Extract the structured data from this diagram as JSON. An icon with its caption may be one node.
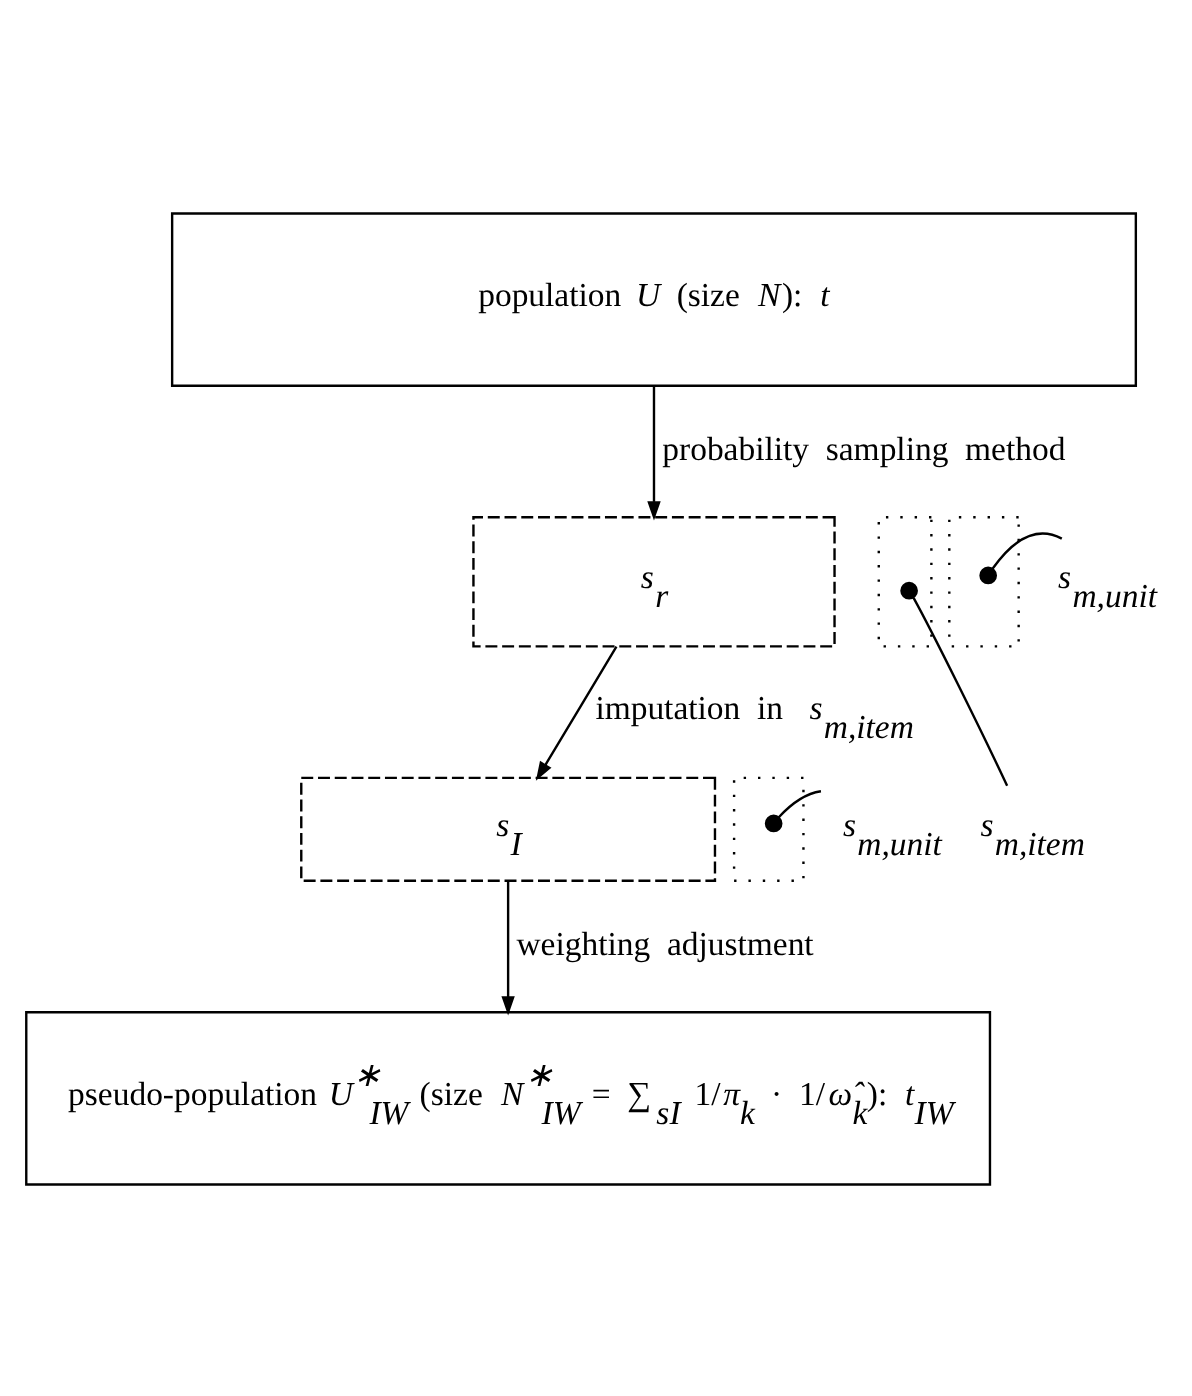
{
  "diagram": {
    "nodes": [
      {
        "text": [
          "population *U* (size *N*): *t*"
        ]
      },
      {
        "text": [
          "*s*$_{r}$"
        ]
      },
      {
        "text": [],
        "shape": "box"
      },
      {
        "text": [
          "*s*$_{m,item}$"
        ]
      },
      {
        "text": [],
        "shape": "box"
      },
      {
        "text": [
          "*s*$_{m,unit}$"
        ]
      },
      {
        "text": [
          "*s*$_{I}$"
        ]
      },
      {
        "text": [],
        "shape": "box"
      },
      {
        "text": [
          "*s*$_{m,unit}$"
        ]
      },
      {
        "text": [
          "pseudo-population *U*$^{∗}$$_{IW}$ (size *N*$^{∗}$$_{IW}$ = ∑$_{sI}$ 1/*π*$_{k}$ · 1/*ω̂*$_{k}$): *t*$_{IW}$"
        ]
      }
    ],
    "edges": [
      {
        "from": 0,
        "to": 1,
        "arrow": "to",
        "label": "probability sampling method"
      },
      {
        "from": 3,
        "to": 2,
        "arrow": "other"
      },
      {
        "from": 5,
        "to": 4,
        "arrow": "other"
      },
      {
        "from": 1,
        "to": 6,
        "arrow": "to",
        "label": "imputation in *s*$_{m,item}$"
      },
      {
        "from": 8,
        "to": 7,
        "arrow": "other"
      },
      {
        "from": 6,
        "to": 9,
        "arrow": "to",
        "label": "weighting adjustment"
      }
    ]
  }
}
